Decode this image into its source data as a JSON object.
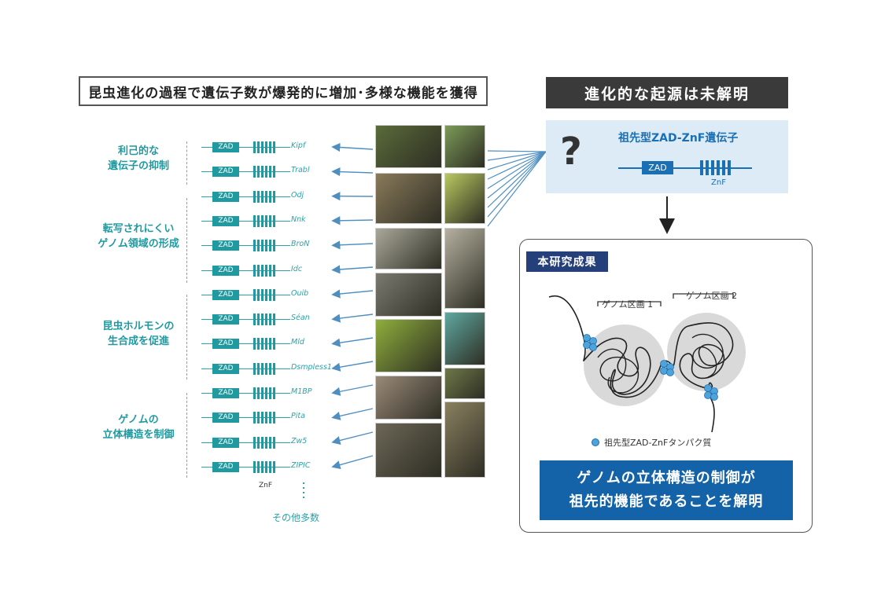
{
  "header": {
    "left_title": "昆虫進化の過程で遺伝子数が爆発的に増加･多様な機能を獲得",
    "right_title": "進化的な起源は未解明"
  },
  "categories": [
    {
      "line1": "利己的な",
      "line2": "遺伝子の抑制"
    },
    {
      "line1": "転写されにくい",
      "line2": "ゲノム領域の形成"
    },
    {
      "line1": "昆虫ホルモンの",
      "line2": "生合成を促進"
    },
    {
      "line1": "ゲノムの",
      "line2": "立体構造を制御"
    }
  ],
  "genes": [
    "Kipf",
    "Trabl",
    "Odj",
    "Nnk",
    "BroN",
    "Idc",
    "Ouib",
    "Séan",
    "Mld",
    "Dsmpless1",
    "M1BP",
    "Pita",
    "Zw5",
    "ZIPIC"
  ],
  "zad_label": "ZAD",
  "znf_label": "ZnF",
  "others_label": "その他多数",
  "ancestor": {
    "question_mark": "?",
    "title": "祖先型ZAD-ZnF遺伝子",
    "zad_label": "ZAD",
    "znf_label": "ZnF"
  },
  "result": {
    "tag": "本研究成果",
    "domain1_label": "ゲノム区画 1",
    "domain2_label": "ゲノム区画 2",
    "legend": "祖先型ZAD-ZnFタンパク質",
    "conclusion_line1": "ゲノムの立体構造の制御が",
    "conclusion_line2": "祖先的機能であることを解明"
  },
  "photos": [
    {
      "name": "photo-bug-on-twig",
      "color": "#5a6b3a"
    },
    {
      "name": "photo-green-insect",
      "color": "#7c9a58"
    },
    {
      "name": "photo-moth-on-bark",
      "color": "#8a7a5a"
    },
    {
      "name": "photo-yellow-eggs",
      "color": "#b8c860"
    },
    {
      "name": "photo-cricket",
      "color": "#a9a89a"
    },
    {
      "name": "photo-stick-insect",
      "color": "#b5b0a0"
    },
    {
      "name": "photo-ground-beetle",
      "color": "#7a7a70"
    },
    {
      "name": "photo-leaf-bug",
      "color": "#8fae3c"
    },
    {
      "name": "photo-stag-beetle",
      "color": "#5fa8a0"
    },
    {
      "name": "photo-ladybugs",
      "color": "#9a8a78"
    },
    {
      "name": "photo-butterfly",
      "color": "#6e7848"
    },
    {
      "name": "photo-cicada",
      "color": "#8a8060"
    },
    {
      "name": "photo-rhino-beetle",
      "color": "#6c6656"
    }
  ]
}
